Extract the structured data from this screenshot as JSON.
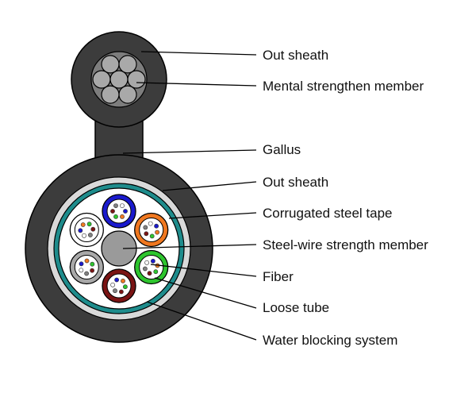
{
  "labels": [
    "Out sheath",
    "Mental strengthen member",
    "Gallus",
    "Out sheath",
    "Corrugated steel tape",
    "Steel-wire strength member",
    "Fiber",
    "Loose tube",
    "Water blocking system"
  ],
  "colors": {
    "sheath": "#3c3c3c",
    "sheath_outline": "#000000",
    "messenger_wire": "#a9a9a9",
    "steel_tape": "#d9d9d9",
    "water_blocking": "#1e8c8c",
    "cable_core": "#ffffff",
    "central_member": "#9a9a9a",
    "leader_line": "#000000",
    "tube_colors": [
      "#1a1acd",
      "#f07820",
      "#2ec52e",
      "#7a1414",
      "#a8a8a8",
      "#ffffff"
    ]
  }
}
